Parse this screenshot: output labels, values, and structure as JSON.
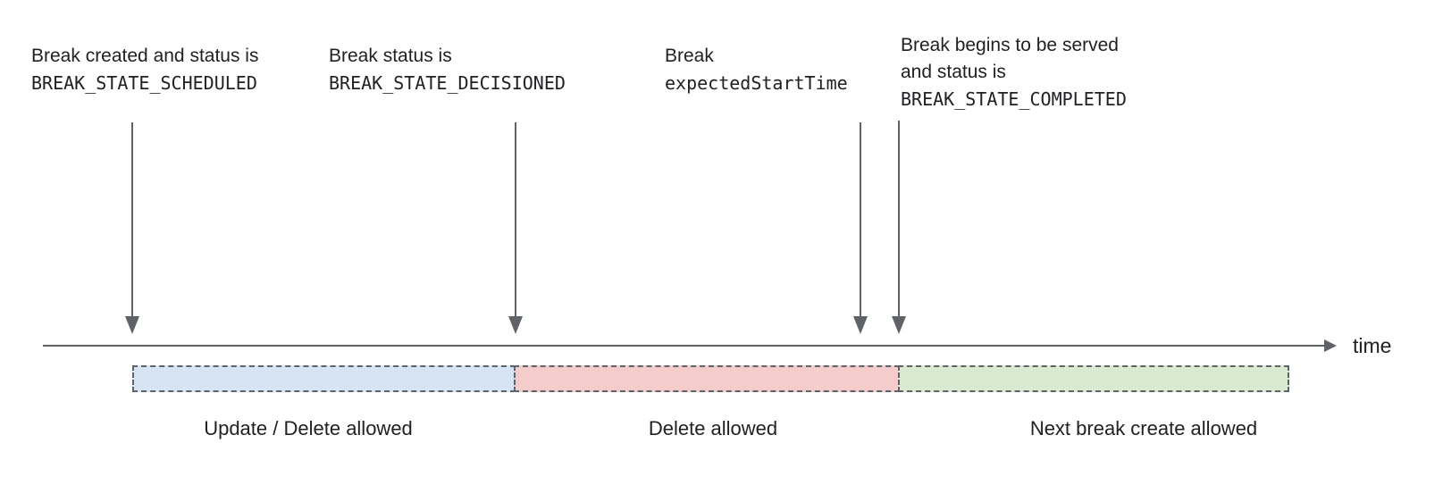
{
  "diagram": {
    "title_semantic": "break-state-timeline",
    "axis": {
      "label": "time"
    },
    "annotations": {
      "a1": {
        "line1": "Break created and status is",
        "code": "BREAK_STATE_SCHEDULED"
      },
      "a2": {
        "line1": "Break status is",
        "code": "BREAK_STATE_DECISIONED"
      },
      "a3": {
        "line1": "Break",
        "code": "expectedStartTime"
      },
      "a4": {
        "line1": "Break begins to be served",
        "line2": "and status is",
        "code": "BREAK_STATE_COMPLETED"
      }
    },
    "segments": {
      "s1": {
        "label": "Update / Delete allowed",
        "fill": "#d6e4f4"
      },
      "s2": {
        "label": "Delete allowed",
        "fill": "#f4cccc"
      },
      "s3": {
        "label": "Next break create allowed",
        "fill": "#d9ead3"
      }
    },
    "colors": {
      "arrow": "#5f6368",
      "dashed_border": "#5f6368",
      "text": "#202124",
      "background": "#ffffff"
    }
  }
}
